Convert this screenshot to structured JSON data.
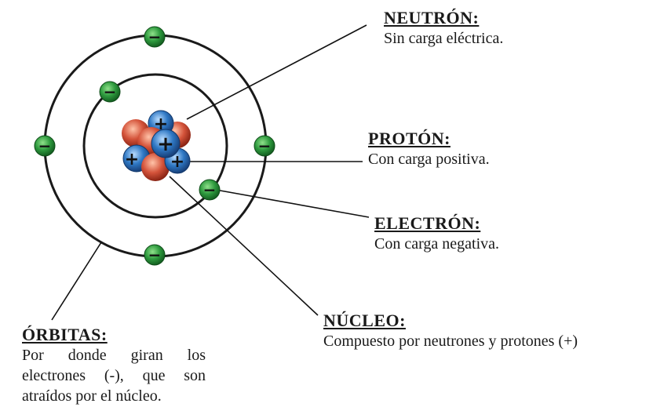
{
  "labels": {
    "neutron": {
      "title": "NEUTRÓN:",
      "text": "Sin carga eléctrica."
    },
    "proton": {
      "title": "PROTÓN:",
      "text": "Con carga positiva."
    },
    "electron": {
      "title": "ELECTRÓN:",
      "text": "Con carga negativa."
    },
    "nucleo": {
      "title": "NÚCLEO:",
      "text": "Compuesto por neutrones y protones (+)"
    },
    "orbitas": {
      "title": "ÓRBITAS:",
      "lines": [
        "Por donde giran los",
        "electrones (-), que son",
        "atraídos por el núcleo."
      ]
    }
  },
  "symbols": {
    "electron": "−",
    "proton": "+"
  },
  "colors": {
    "orbit": "#1a1a1a",
    "electron": "#2e9a3e",
    "proton": "#2f78c4",
    "neutron": "#d4533a",
    "leader_line": "#111111"
  }
}
